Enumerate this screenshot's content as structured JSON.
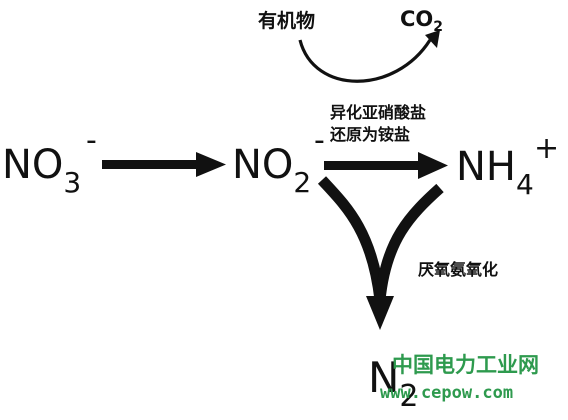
{
  "organic_matter_label": "有机物",
  "co2": {
    "base": "CO",
    "sub": "2"
  },
  "nitrate": {
    "base": "NO",
    "sub": "3",
    "charge": "-"
  },
  "nitrite": {
    "base": "NO",
    "sub": "2",
    "charge": "-"
  },
  "ammonium": {
    "base": "NH",
    "sub": "4",
    "charge": "+"
  },
  "dinitrogen": {
    "base": "N",
    "sub": "2"
  },
  "dnra_label_line1": "异化亚硝酸盐",
  "dnra_label_line2": "还原为铵盐",
  "anammox_label": "厌氧氨氧化",
  "watermark": {
    "name": "中国电力工业网",
    "url": "www.cepow.com",
    "color": "#2e9a4e"
  }
}
